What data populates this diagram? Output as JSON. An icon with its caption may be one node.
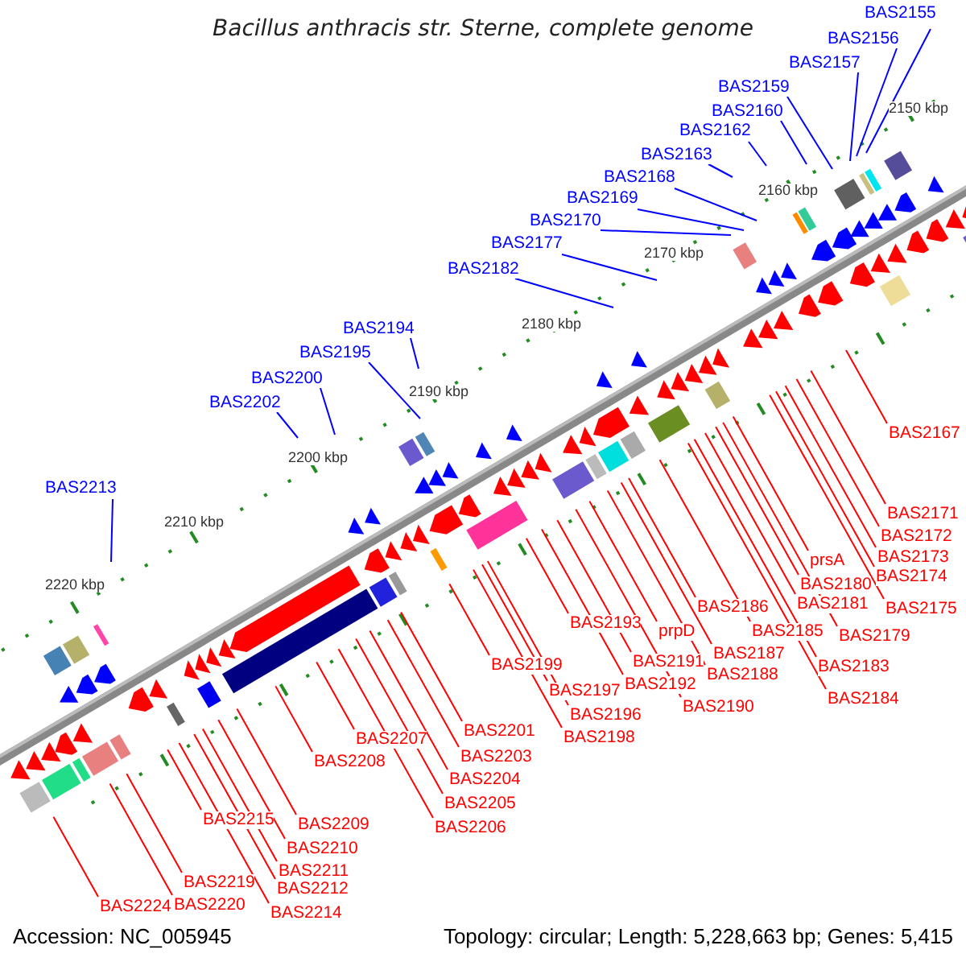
{
  "diagram": {
    "title": "Bacillus anthracis str. Sterne, complete genome",
    "nodes": [
      {
        "text": [
          "BAS2155"
        ]
      },
      {
        "text": [
          "BAS2156"
        ]
      },
      {
        "text": [
          "BAS2157"
        ]
      },
      {
        "text": [
          "BAS2159"
        ]
      },
      {
        "text": [
          "BAS2160"
        ]
      },
      {
        "text": [
          "BAS2162"
        ]
      },
      {
        "text": [
          "BAS2163"
        ]
      },
      {
        "text": [
          "BAS2168"
        ]
      },
      {
        "text": [
          "BAS2169"
        ]
      },
      {
        "text": [
          "BAS2170"
        ]
      },
      {
        "text": [
          "BAS2177"
        ]
      },
      {
        "text": [
          "BAS2182"
        ]
      },
      {
        "text": [
          "BAS2194"
        ]
      },
      {
        "text": [
          "BAS2195"
        ]
      },
      {
        "text": [
          "BAS2200"
        ]
      },
      {
        "text": [
          "BAS2202"
        ]
      },
      {
        "text": [
          "BAS2167"
        ]
      },
      {
        "text": [
          "BAS2213"
        ]
      },
      {
        "text": [
          "BAS2171"
        ]
      },
      {
        "text": [
          "BAS2172"
        ]
      },
      {
        "text": [
          "BAS2173"
        ]
      },
      {
        "text": [
          "prsA"
        ]
      },
      {
        "text": [
          "BAS2174"
        ]
      },
      {
        "text": [
          "BAS2180"
        ]
      },
      {
        "text": [
          "BAS2181"
        ]
      },
      {
        "text": [
          "BAS2186"
        ]
      },
      {
        "text": [
          "BAS2175"
        ]
      },
      {
        "text": [
          "BAS2193"
        ]
      },
      {
        "text": [
          "BAS2185"
        ]
      },
      {
        "text": [
          "prpD"
        ]
      },
      {
        "text": [
          "BAS2179"
        ]
      },
      {
        "text": [
          "BAS2187"
        ]
      },
      {
        "text": [
          "BAS2191"
        ]
      },
      {
        "text": [
          "BAS2199"
        ]
      },
      {
        "text": [
          "BAS2183"
        ]
      },
      {
        "text": [
          "BAS2188"
        ]
      },
      {
        "text": [
          "BAS2192"
        ]
      },
      {
        "text": [
          "BAS2197"
        ]
      },
      {
        "text": [
          "BAS2184"
        ]
      },
      {
        "text": [
          "BAS2190"
        ]
      },
      {
        "text": [
          "BAS2196"
        ]
      },
      {
        "text": [
          "BAS2201"
        ]
      },
      {
        "text": [
          "BAS2198"
        ]
      },
      {
        "text": [
          "BAS2207"
        ]
      },
      {
        "text": [
          "BAS2203"
        ]
      },
      {
        "text": [
          "BAS2208"
        ]
      },
      {
        "text": [
          "BAS2204"
        ]
      },
      {
        "text": [
          "BAS2205"
        ]
      },
      {
        "text": [
          "BAS2215"
        ]
      },
      {
        "text": [
          "BAS2209"
        ]
      },
      {
        "text": [
          "BAS2206"
        ]
      },
      {
        "text": [
          "BAS2210"
        ]
      },
      {
        "text": [
          "BAS2211"
        ]
      },
      {
        "text": [
          "BAS2219"
        ]
      },
      {
        "text": [
          "BAS2212"
        ]
      },
      {
        "text": [
          "BAS2220"
        ]
      },
      {
        "text": [
          "BAS2224"
        ]
      },
      {
        "text": [
          "BAS2214"
        ]
      }
    ],
    "edges": [
      {
        "from": 0,
        "to": null,
        "arrow": "none",
        "color": "#0000ff"
      },
      {
        "from": 1,
        "to": null,
        "arrow": "none",
        "color": "#0000ff"
      },
      {
        "from": 2,
        "to": null,
        "arrow": "none",
        "color": "#0000ff"
      },
      {
        "from": 3,
        "to": null,
        "arrow": "none",
        "color": "#0000ff"
      },
      {
        "from": 4,
        "to": null,
        "arrow": "none",
        "color": "#0000ff"
      },
      {
        "from": 5,
        "to": null,
        "arrow": "none",
        "color": "#0000ff"
      },
      {
        "from": 6,
        "to": null,
        "arrow": "none",
        "color": "#0000ff"
      },
      {
        "from": 7,
        "to": null,
        "arrow": "none",
        "color": "#0000ff"
      },
      {
        "from": 8,
        "to": null,
        "arrow": "none",
        "color": "#0000ff"
      },
      {
        "from": 9,
        "to": null,
        "arrow": "none",
        "color": "#0000ff"
      },
      {
        "from": 10,
        "to": null,
        "arrow": "none",
        "color": "#0000ff"
      },
      {
        "from": 11,
        "to": null,
        "arrow": "none",
        "color": "#0000ff"
      },
      {
        "from": 12,
        "to": null,
        "arrow": "none",
        "color": "#0000ff"
      },
      {
        "from": 13,
        "to": null,
        "arrow": "none",
        "color": "#0000ff"
      },
      {
        "from": 14,
        "to": null,
        "arrow": "none",
        "color": "#0000ff"
      },
      {
        "from": 15,
        "to": null,
        "arrow": "none",
        "color": "#0000ff"
      },
      {
        "from": 16,
        "to": null,
        "arrow": "none"
      },
      {
        "from": 17,
        "to": null,
        "arrow": "none",
        "color": "#0000ff"
      },
      {
        "from": 18,
        "to": null,
        "arrow": "none"
      },
      {
        "from": 19,
        "to": null,
        "arrow": "none"
      },
      {
        "from": 20,
        "to": null,
        "arrow": "none"
      },
      {
        "from": 21,
        "to": null,
        "arrow": "none"
      },
      {
        "from": 22,
        "to": null,
        "arrow": "none"
      },
      {
        "from": 23,
        "to": null,
        "arrow": "none"
      },
      {
        "from": 24,
        "to": null,
        "arrow": "none"
      },
      {
        "from": 25,
        "to": null,
        "arrow": "none"
      },
      {
        "from": 26,
        "to": null,
        "arrow": "none"
      },
      {
        "from": 27,
        "to": null,
        "arrow": "none"
      },
      {
        "from": 28,
        "to": null,
        "arrow": "none"
      },
      {
        "from": 29,
        "to": null,
        "arrow": "none"
      },
      {
        "from": 30,
        "to": null,
        "arrow": "none"
      },
      {
        "from": 31,
        "to": null,
        "arrow": "none"
      },
      {
        "from": 32,
        "to": null,
        "arrow": "none"
      },
      {
        "from": 33,
        "to": null,
        "arrow": "none"
      },
      {
        "from": 34,
        "to": null,
        "arrow": "none"
      },
      {
        "from": 35,
        "to": null,
        "arrow": "none"
      },
      {
        "from": 36,
        "to": null,
        "arrow": "none"
      },
      {
        "from": 37,
        "to": null,
        "arrow": "none"
      },
      {
        "from": 38,
        "to": null,
        "arrow": "none"
      },
      {
        "from": 39,
        "to": null,
        "arrow": "none"
      },
      {
        "from": 40,
        "to": null,
        "arrow": "none"
      },
      {
        "from": 41,
        "to": null,
        "arrow": "none"
      },
      {
        "from": 42,
        "to": null,
        "arrow": "none"
      },
      {
        "from": 43,
        "to": null,
        "arrow": "none"
      },
      {
        "from": 44,
        "to": null,
        "arrow": "none"
      },
      {
        "from": 45,
        "to": null,
        "arrow": "none"
      },
      {
        "from": 46,
        "to": null,
        "arrow": "none"
      },
      {
        "from": 47,
        "to": null,
        "arrow": "none"
      },
      {
        "from": 48,
        "to": null,
        "arrow": "none"
      },
      {
        "from": 49,
        "to": null,
        "arrow": "none"
      },
      {
        "from": 50,
        "to": null,
        "arrow": "none"
      },
      {
        "from": 51,
        "to": null,
        "arrow": "none"
      },
      {
        "from": 52,
        "to": null,
        "arrow": "none"
      },
      {
        "from": 53,
        "to": null,
        "arrow": "none"
      },
      {
        "from": 54,
        "to": null,
        "arrow": "none"
      },
      {
        "from": 55,
        "to": null,
        "arrow": "none"
      },
      {
        "from": 56,
        "to": null,
        "arrow": "none"
      },
      {
        "from": 57,
        "to": null,
        "arrow": "none"
      }
    ],
    "labels": [
      "2150 kbp",
      "2160 kbp",
      "2170 kbp",
      "2180 kbp",
      "2190 kbp",
      "2200 kbp",
      "2210 kbp",
      "2220 kbp",
      "Accession: NC_005945",
      "Topology: circular; Length: 5,228,663 bp; Genes: 5,415"
    ]
  }
}
